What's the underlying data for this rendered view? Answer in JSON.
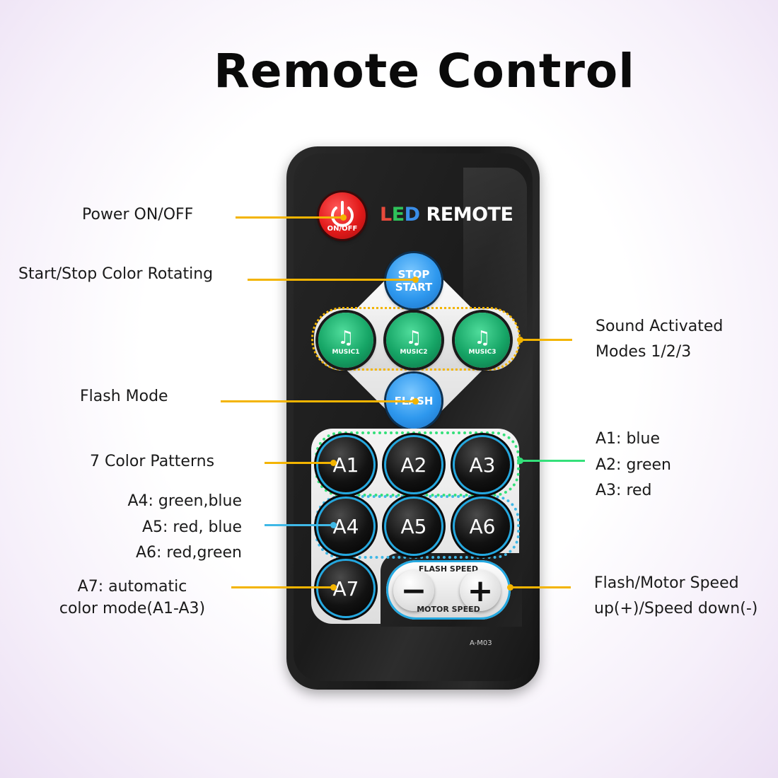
{
  "title": "Remote Control",
  "remote": {
    "brand": {
      "l": "L",
      "e": "E",
      "d": "D",
      "rest": " REMOTE"
    },
    "power_label": "ON/OFF",
    "stop_start": {
      "line1": "STOP",
      "line2": "START"
    },
    "music_buttons": [
      "MUSIC1",
      "MUSIC2",
      "MUSIC3"
    ],
    "flash_label": "FLASH",
    "color_buttons": [
      "A1",
      "A2",
      "A3",
      "A4",
      "A5",
      "A6",
      "A7"
    ],
    "speed": {
      "top": "FLASH SPEED",
      "bottom": "MOTOR SPEED",
      "minus": "−",
      "plus": "+"
    },
    "model": "A-M03"
  },
  "labels": {
    "power": "Power ON/OFF",
    "rotate": "Start/Stop Color Rotating",
    "sound_1": "Sound Activated",
    "sound_2": "Modes 1/2/3",
    "flash": "Flash Mode",
    "patterns": "7 Color Patterns",
    "a1": "A1: blue",
    "a2": "A2: green",
    "a3": "A3: red",
    "a4": "A4: green,blue",
    "a5": "A5: red, blue",
    "a6": "A6: red,green",
    "a7_1": "A7: automatic",
    "a7_2": "color mode(A1-A3)",
    "speed_1": "Flash/Motor Speed",
    "speed_2": "up(+)/Speed down(-)"
  },
  "colors": {
    "callout_yellow": "#f3b400",
    "callout_green": "#34e07a",
    "callout_blue": "#3fb8e6"
  }
}
